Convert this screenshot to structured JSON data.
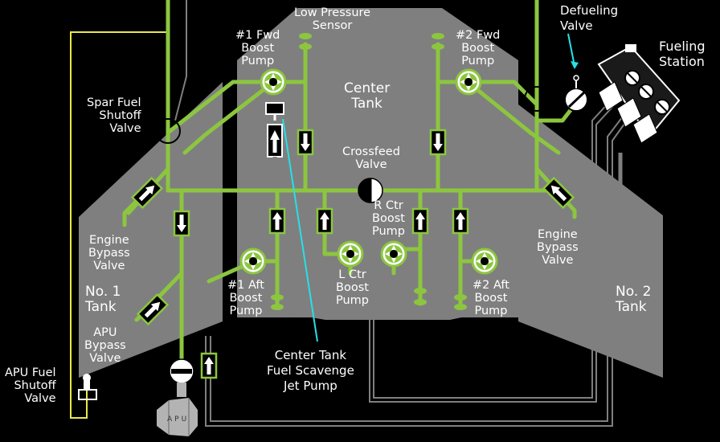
{
  "labels": {
    "low_pressure_sensor": "Low Pressure\nSensor",
    "fwd_boost_pump_1": "#1 Fwd\nBoost\nPump",
    "fwd_boost_pump_2": "#2 Fwd\nBoost\nPump",
    "defueling_valve": "Defueling\nValve",
    "fueling_station": "Fueling\nStation",
    "center_tank": "Center\nTank",
    "spar_fuel_shutoff_valve": "Spar Fuel\nShutoff\nValve",
    "crossfeed_valve": "Crossfeed\nValve",
    "r_ctr_boost_pump": "R Ctr\nBoost\nPump",
    "engine_bypass_valve_left": "Engine\nBypass\nValve",
    "engine_bypass_valve_right": "Engine\nBypass\nValve",
    "aft_boost_pump_1": "#1 Aft\nBoost\nPump",
    "l_ctr_boost_pump": "L Ctr\nBoost\nPump",
    "aft_boost_pump_2": "#2 Aft\nBoost\nPump",
    "no1_tank": "No. 1\nTank",
    "no2_tank": "No. 2\nTank",
    "apu_bypass_valve": "APU\nBypass\nValve",
    "scavenge_jet_pump": "Center Tank\nFuel Scavenge\nJet Pump",
    "apu_fuel_shutoff_valve": "APU Fuel\nShutoff\nValve",
    "apu": "APU"
  },
  "colors": {
    "fuel_line": "#8cc63f",
    "tank": "#7f7f7f",
    "callout": "#27e0e6",
    "power_line": "#e9e94a",
    "background": "#000000"
  }
}
